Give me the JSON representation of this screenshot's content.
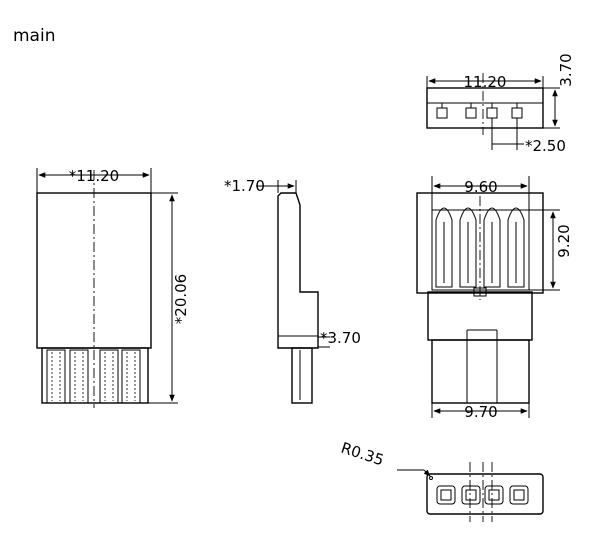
{
  "page": {
    "title": "main"
  },
  "dimensions": {
    "top_view_width": "11.20",
    "top_view_height": "3.70",
    "top_view_pitch": "*2.50",
    "front_view_width": "*11.20",
    "front_view_height": "*20.06",
    "side_view_top": "*1.70",
    "side_view_step": "*3.70",
    "rear_view_inner_width": "9.60",
    "rear_view_inner_height": "9.20",
    "rear_view_base_width": "9.70",
    "bottom_view_radius": "R0.35"
  }
}
